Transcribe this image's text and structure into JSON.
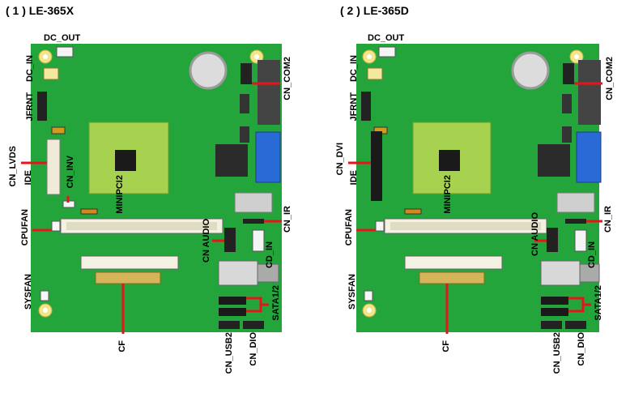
{
  "panels": [
    {
      "title": "( 1 ) LE-365X",
      "labels": {
        "dc_out": "DC_OUT",
        "dc_in": "DC_IN",
        "jfrnt": "JFRNT",
        "cn_lvds": "CN_LVDS",
        "ide": "IDE",
        "cn_inv": "CN_INV",
        "cpufan": "CPUFAN",
        "minipci2": "MINIPCI2",
        "sysfan": "SYSFAN",
        "cf": "CF",
        "cn_com2": "CN_COM2",
        "cn_ir": "CN_IR",
        "cn_audio": "CN  AUDIO",
        "cd_in": "CD_IN",
        "sata": "SATA1/2",
        "cn_usb2": "CN_USB2",
        "cn_dio": "CN_DIO"
      }
    },
    {
      "title": "( 2 ) LE-365D",
      "labels": {
        "dc_out": "DC_OUT",
        "dc_in": "DC_IN",
        "jfrnt": "JFRNT",
        "cn_dvi": "CN_DVI",
        "ide": "IDE",
        "cpufan": "CPUFAN",
        "minipci2": "MINIPCI2",
        "sysfan": "SYSFAN",
        "cf": "CF",
        "cn_com2": "CN_COM2",
        "cn_ir": "CN_IR",
        "cn_audio": "CN  AUDIO",
        "cd_in": "CD_IN",
        "sata": "SATA1/2",
        "cn_usb2": "CN_USB2",
        "cn_dio": "CN_DIO"
      }
    }
  ],
  "colors": {
    "board": "#23a53c",
    "pointer": "#e8141b",
    "chipset": "#a7d24f",
    "blue_connector": "#2a6ad6"
  }
}
